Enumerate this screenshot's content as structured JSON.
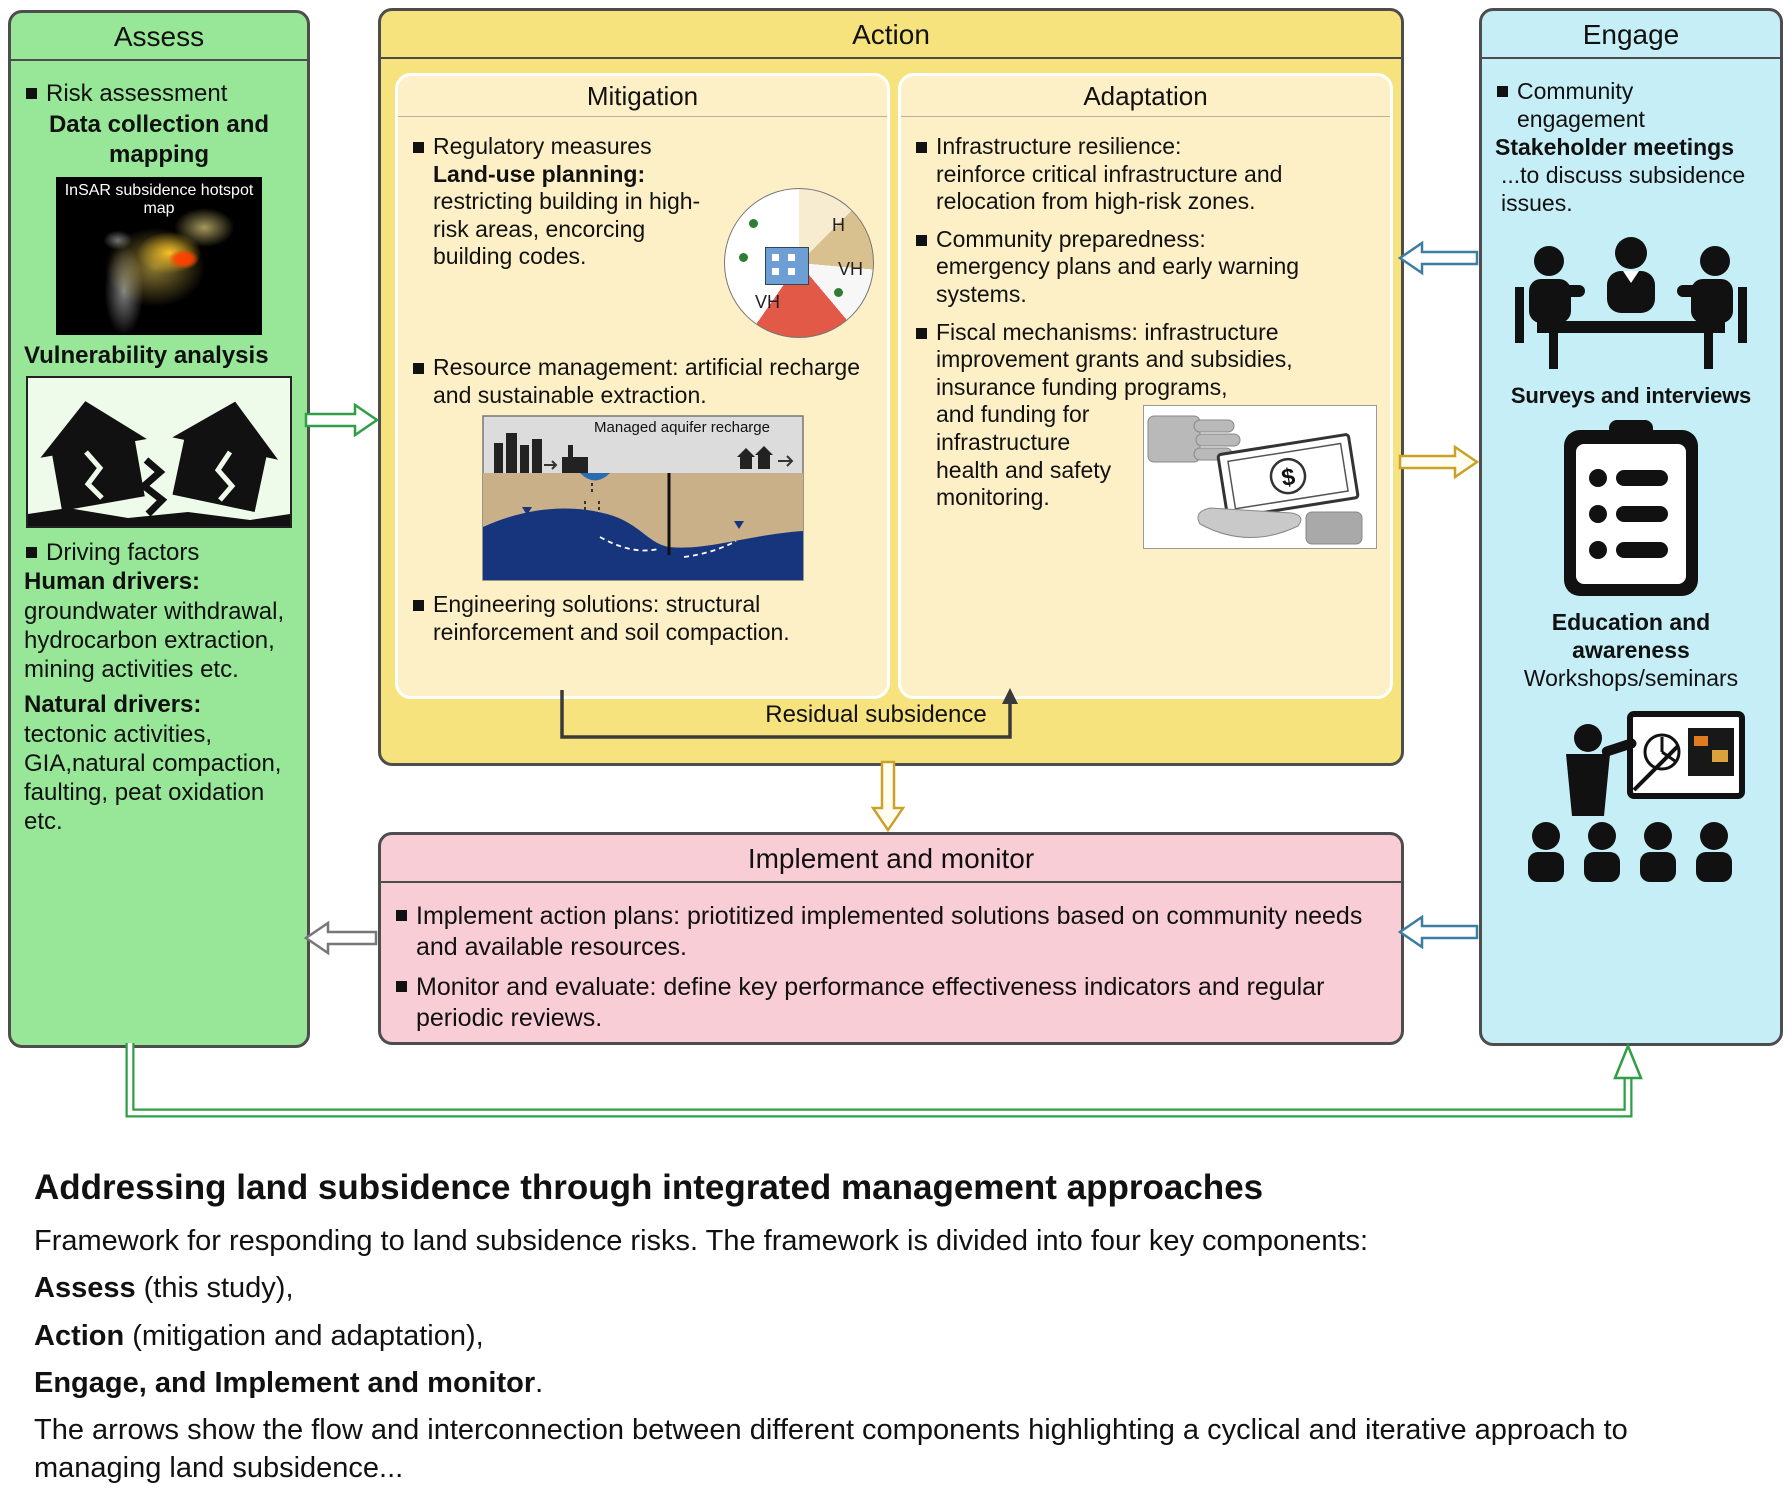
{
  "assess": {
    "title": "Assess",
    "risk_assessment": "Risk assessment",
    "data_collection": "Data collection and mapping",
    "insar_label": "InSAR subsidence hotspot map",
    "vulnerability_title": "Vulnerability analysis",
    "driving_factors": "Driving factors",
    "human_drivers_label": "Human drivers:",
    "human_drivers_text": "groundwater withdrawal, hydrocarbon extraction, mining activities etc.",
    "natural_drivers_label": "Natural drivers:",
    "natural_drivers_text": "tectonic activities, GIA,natural compaction, faulting, peat oxidation etc."
  },
  "action": {
    "title": "Action",
    "mitigation": {
      "title": "Mitigation",
      "regulatory_measures": "Regulatory measures",
      "land_use_label": "Land-use planning:",
      "land_use_text": "restricting building in high-risk areas, encorcing building codes.",
      "pie_labels": {
        "h": "H",
        "vh_right": "VH",
        "vh_bottom": "VH"
      },
      "resource_management": "Resource management: artificial recharge and sustainable extraction.",
      "aquifer_label": "Managed aquifer recharge",
      "engineering": "Engineering solutions: structural reinforcement and soil compaction."
    },
    "adaptation": {
      "title": "Adaptation",
      "infrastructure_label": "Infrastructure resilience:",
      "infrastructure_text": "reinforce critical infrastructure and relocation from high-risk zones.",
      "community_label": "Community preparedness:",
      "community_text": "emergency plans and early warning systems.",
      "fiscal_text_1": "Fiscal mechanisms: infrastructure improvement grants and subsidies, insurance funding programs,",
      "fiscal_text_2": "and funding for infrastructure health and safety monitoring.",
      "money_symbol": "$"
    },
    "residual_subsidence": "Residual subsidence"
  },
  "engage": {
    "title": "Engage",
    "community_engagement": "Community engagement",
    "stakeholder_label": "Stakeholder meetings",
    "stakeholder_text": "...to discuss subsidence issues.",
    "surveys": "Surveys and interviews",
    "education_label": "Education and awareness",
    "workshops": "Workshops/seminars"
  },
  "implement": {
    "title": "Implement and monitor",
    "item_1": "Implement action plans: priotitized implemented solutions based on community needs and available resources.",
    "item_2": "Monitor and evaluate: define key performance effectiveness indicators and regular periodic reviews."
  },
  "caption": {
    "title": "Addressing land subsidence through integrated management approaches",
    "intro": "Framework for responding to land subsidence risks. The framework is divided into four key components:",
    "assess_bold": "Assess",
    "assess_rest": " (this study),",
    "action_bold": "Action",
    "action_rest": " (mitigation and adaptation),",
    "engage_bold": "Engage, and Implement and monitor",
    "engage_rest": ".",
    "arrows_text": "The arrows show the flow and interconnection between different components highlighting a cyclical and iterative approach to managing land subsidence..."
  },
  "colors": {
    "assess_bg": "#98e698",
    "action_bg": "#f7e37e",
    "subpanel_bg": "#fdf0c6",
    "engage_bg": "#c6eef6",
    "implement_bg": "#f9cdd6",
    "arrow_green": "#2f9e44",
    "arrow_blue": "#3b7ea1",
    "arrow_yellow": "#c9a227"
  }
}
